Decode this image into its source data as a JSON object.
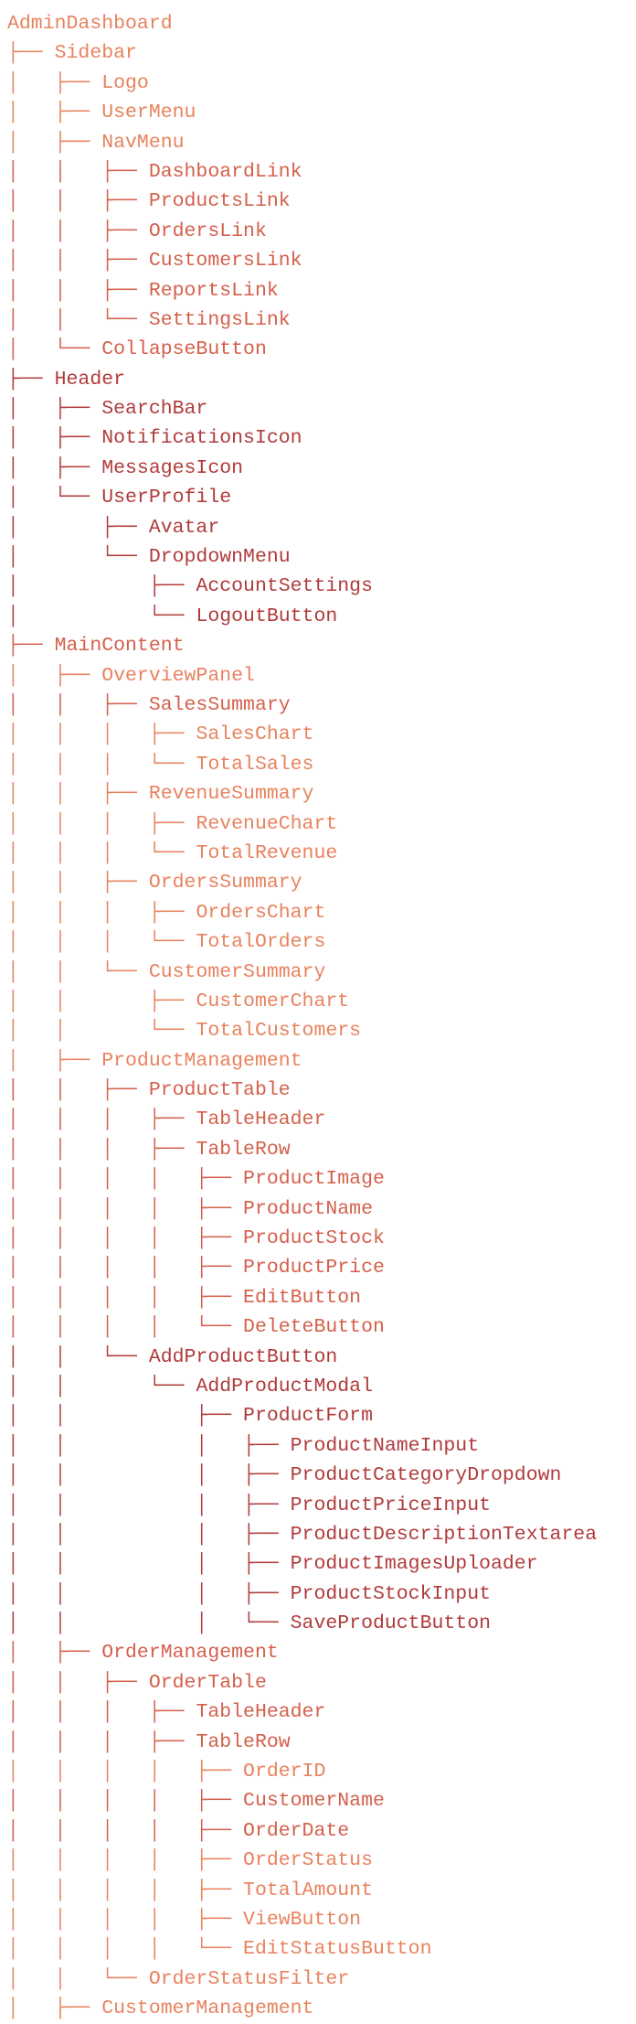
{
  "palette": {
    "light": "#e8825e",
    "mid": "#d4604c",
    "dark": "#b03b3b"
  },
  "tree": [
    {
      "prefix": "",
      "label": "AdminDashboard",
      "tone": "light"
    },
    {
      "prefix": "├── ",
      "label": "Sidebar",
      "tone": "light"
    },
    {
      "prefix": "│   ├── ",
      "label": "Logo",
      "tone": "light"
    },
    {
      "prefix": "│   ├── ",
      "label": "UserMenu",
      "tone": "light"
    },
    {
      "prefix": "│   ├── ",
      "label": "NavMenu",
      "tone": "light"
    },
    {
      "prefix": "│   │   ├── ",
      "label": "DashboardLink",
      "tone": "mid"
    },
    {
      "prefix": "│   │   ├── ",
      "label": "ProductsLink",
      "tone": "mid"
    },
    {
      "prefix": "│   │   ├── ",
      "label": "OrdersLink",
      "tone": "mid"
    },
    {
      "prefix": "│   │   ├── ",
      "label": "CustomersLink",
      "tone": "mid"
    },
    {
      "prefix": "│   │   ├── ",
      "label": "ReportsLink",
      "tone": "mid"
    },
    {
      "prefix": "│   │   └── ",
      "label": "SettingsLink",
      "tone": "mid"
    },
    {
      "prefix": "│   └── ",
      "label": "CollapseButton",
      "tone": "mid"
    },
    {
      "prefix": "├── ",
      "label": "Header",
      "tone": "dark"
    },
    {
      "prefix": "│   ├── ",
      "label": "SearchBar",
      "tone": "dark"
    },
    {
      "prefix": "│   ├── ",
      "label": "NotificationsIcon",
      "tone": "dark"
    },
    {
      "prefix": "│   ├── ",
      "label": "MessagesIcon",
      "tone": "dark"
    },
    {
      "prefix": "│   └── ",
      "label": "UserProfile",
      "tone": "dark"
    },
    {
      "prefix": "│       ├── ",
      "label": "Avatar",
      "tone": "dark"
    },
    {
      "prefix": "│       └── ",
      "label": "DropdownMenu",
      "tone": "dark"
    },
    {
      "prefix": "│           ├── ",
      "label": "AccountSettings",
      "tone": "dark"
    },
    {
      "prefix": "│           └── ",
      "label": "LogoutButton",
      "tone": "dark"
    },
    {
      "prefix": "├── ",
      "label": "MainContent",
      "tone": "mid"
    },
    {
      "prefix": "│   ├── ",
      "label": "OverviewPanel",
      "tone": "light"
    },
    {
      "prefix": "│   │   ├── ",
      "label": "SalesSummary",
      "tone": "mid"
    },
    {
      "prefix": "│   │   │   ├── ",
      "label": "SalesChart",
      "tone": "light"
    },
    {
      "prefix": "│   │   │   └── ",
      "label": "TotalSales",
      "tone": "light"
    },
    {
      "prefix": "│   │   ├── ",
      "label": "RevenueSummary",
      "tone": "light"
    },
    {
      "prefix": "│   │   │   ├── ",
      "label": "RevenueChart",
      "tone": "light"
    },
    {
      "prefix": "│   │   │   └── ",
      "label": "TotalRevenue",
      "tone": "light"
    },
    {
      "prefix": "│   │   ├── ",
      "label": "OrdersSummary",
      "tone": "light"
    },
    {
      "prefix": "│   │   │   ├── ",
      "label": "OrdersChart",
      "tone": "light"
    },
    {
      "prefix": "│   │   │   └── ",
      "label": "TotalOrders",
      "tone": "light"
    },
    {
      "prefix": "│   │   └── ",
      "label": "CustomerSummary",
      "tone": "light"
    },
    {
      "prefix": "│   │       ├── ",
      "label": "CustomerChart",
      "tone": "light"
    },
    {
      "prefix": "│   │       └── ",
      "label": "TotalCustomers",
      "tone": "light"
    },
    {
      "prefix": "│   ├── ",
      "label": "ProductManagement",
      "tone": "light"
    },
    {
      "prefix": "│   │   ├── ",
      "label": "ProductTable",
      "tone": "mid"
    },
    {
      "prefix": "│   │   │   ├── ",
      "label": "TableHeader",
      "tone": "mid"
    },
    {
      "prefix": "│   │   │   ├── ",
      "label": "TableRow",
      "tone": "mid"
    },
    {
      "prefix": "│   │   │   │   ├── ",
      "label": "ProductImage",
      "tone": "mid"
    },
    {
      "prefix": "│   │   │   │   ├── ",
      "label": "ProductName",
      "tone": "mid"
    },
    {
      "prefix": "│   │   │   │   ├── ",
      "label": "ProductStock",
      "tone": "mid"
    },
    {
      "prefix": "│   │   │   │   ├── ",
      "label": "ProductPrice",
      "tone": "mid"
    },
    {
      "prefix": "│   │   │   │   ├── ",
      "label": "EditButton",
      "tone": "mid"
    },
    {
      "prefix": "│   │   │   │   └── ",
      "label": "DeleteButton",
      "tone": "mid"
    },
    {
      "prefix": "│   │   └── ",
      "label": "AddProductButton",
      "tone": "dark"
    },
    {
      "prefix": "│   │       └── ",
      "label": "AddProductModal",
      "tone": "dark"
    },
    {
      "prefix": "│   │           ├── ",
      "label": "ProductForm",
      "tone": "dark"
    },
    {
      "prefix": "│   │           │   ├── ",
      "label": "ProductNameInput",
      "tone": "dark"
    },
    {
      "prefix": "│   │           │   ├── ",
      "label": "ProductCategoryDropdown",
      "tone": "dark"
    },
    {
      "prefix": "│   │           │   ├── ",
      "label": "ProductPriceInput",
      "tone": "dark"
    },
    {
      "prefix": "│   │           │   ├── ",
      "label": "ProductDescriptionTextarea",
      "tone": "dark"
    },
    {
      "prefix": "│   │           │   ├── ",
      "label": "ProductImagesUploader",
      "tone": "dark"
    },
    {
      "prefix": "│   │           │   ├── ",
      "label": "ProductStockInput",
      "tone": "dark"
    },
    {
      "prefix": "│   │           │   └── ",
      "label": "SaveProductButton",
      "tone": "dark"
    },
    {
      "prefix": "│   ├── ",
      "label": "OrderManagement",
      "tone": "mid"
    },
    {
      "prefix": "│   │   ├── ",
      "label": "OrderTable",
      "tone": "mid"
    },
    {
      "prefix": "│   │   │   ├── ",
      "label": "TableHeader",
      "tone": "mid"
    },
    {
      "prefix": "│   │   │   ├── ",
      "label": "TableRow",
      "tone": "mid"
    },
    {
      "prefix": "│   │   │   │   ├── ",
      "label": "OrderID",
      "tone": "light"
    },
    {
      "prefix": "│   │   │   │   ├── ",
      "label": "CustomerName",
      "tone": "mid"
    },
    {
      "prefix": "│   │   │   │   ├── ",
      "label": "OrderDate",
      "tone": "mid"
    },
    {
      "prefix": "│   │   │   │   ├── ",
      "label": "OrderStatus",
      "tone": "light"
    },
    {
      "prefix": "│   │   │   │   ├── ",
      "label": "TotalAmount",
      "tone": "light"
    },
    {
      "prefix": "│   │   │   │   ├── ",
      "label": "ViewButton",
      "tone": "light"
    },
    {
      "prefix": "│   │   │   │   └── ",
      "label": "EditStatusButton",
      "tone": "light"
    },
    {
      "prefix": "│   │   └── ",
      "label": "OrderStatusFilter",
      "tone": "light"
    },
    {
      "prefix": "│   ├── ",
      "label": "CustomerManagement",
      "tone": "light"
    }
  ]
}
